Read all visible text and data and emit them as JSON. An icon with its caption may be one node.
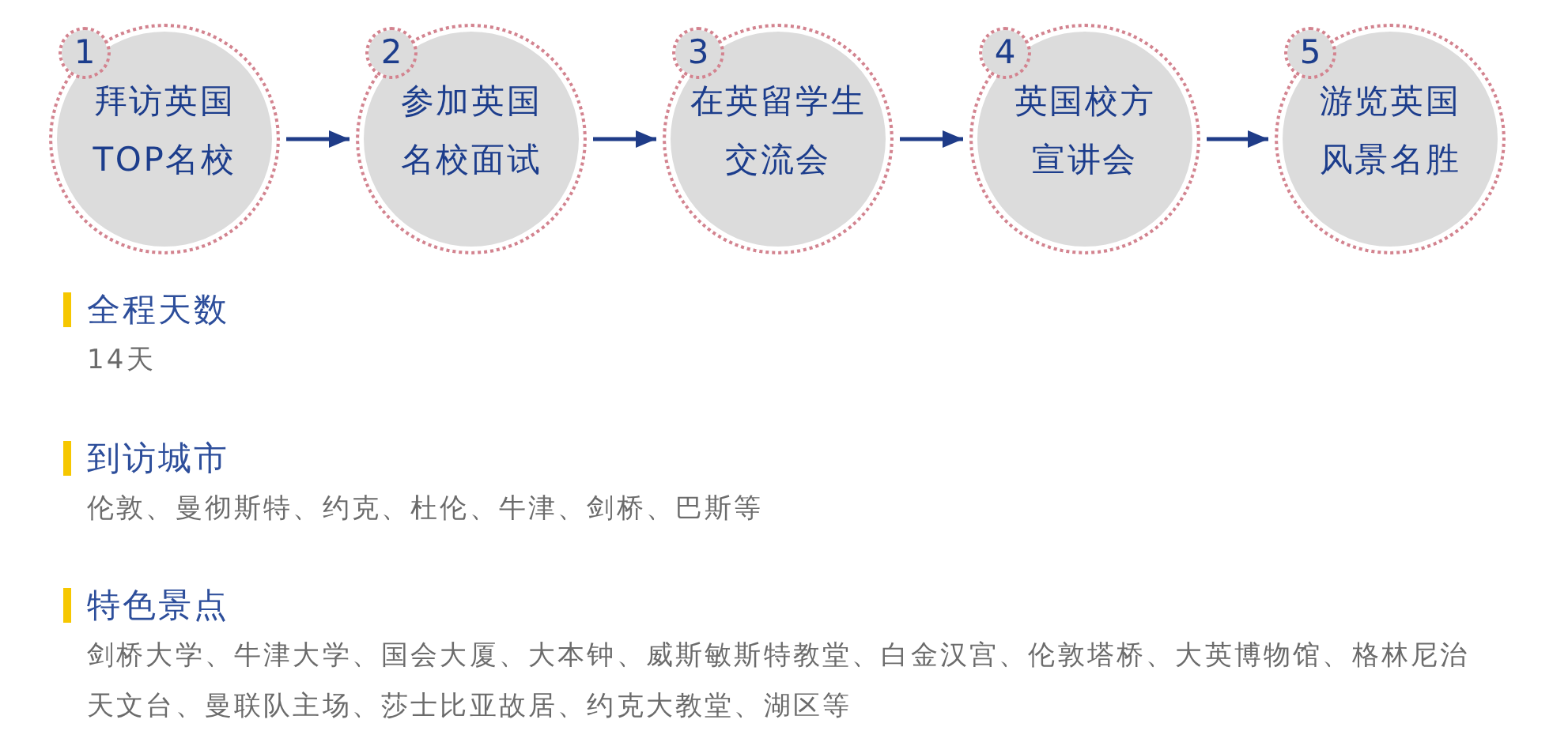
{
  "diagram": {
    "nodes": [
      {
        "text": [
          "1",
          "拜访英国TOP名校"
        ]
      },
      {
        "text": [
          "2",
          "参加英国名校面试"
        ]
      },
      {
        "text": [
          "3",
          "在英留学生交流会"
        ]
      },
      {
        "text": [
          "4",
          "英国校方宣讲会"
        ]
      },
      {
        "text": [
          "5",
          "游览英国风景名胜"
        ]
      }
    ],
    "edges": [
      {
        "from": 0,
        "to": 1,
        "arrow": "to"
      },
      {
        "from": 1,
        "to": 2,
        "arrow": "to"
      },
      {
        "from": 2,
        "to": 3,
        "arrow": "to"
      },
      {
        "from": 3,
        "to": 4,
        "arrow": "to"
      }
    ],
    "labels": [
      "全程天数",
      "14天",
      "到访城市",
      "伦敦、曼彻斯特、约克、杜伦、牛津、剑桥、巴斯等",
      "特色景点",
      "剑桥大学、牛津大学、国会大厦、大本钟、威斯敏斯特教堂、白金汉宫、伦敦塔桥、大英博物馆、格林尼治天文台、曼联队主场、莎士比亚故居、约克大教堂、湖区等"
    ]
  }
}
